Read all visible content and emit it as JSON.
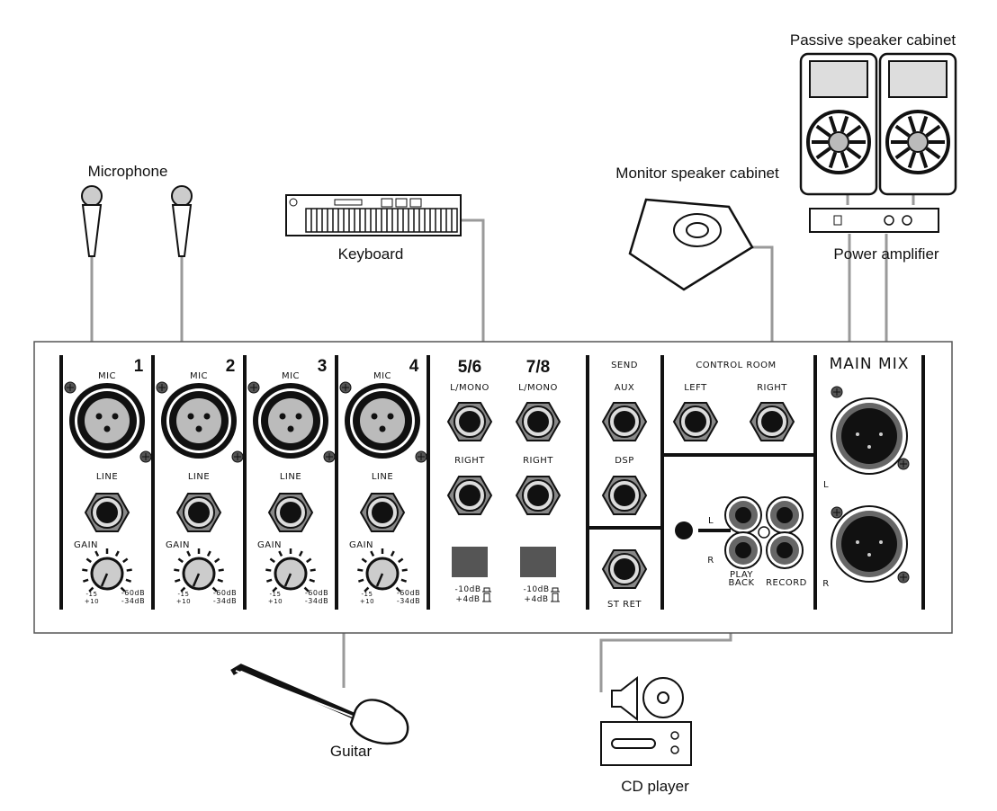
{
  "devices": {
    "microphone": "Microphone",
    "keyboard": "Keyboard",
    "monitor": "Monitor speaker cabinet",
    "passive": "Passive speaker cabinet",
    "amp": "Power amplifier",
    "guitar": "Guitar",
    "cd": "CD player"
  },
  "channels": [
    {
      "number": "1",
      "mic": "MIC",
      "line": "LINE",
      "gain": "GAIN",
      "min1": "-15",
      "min2": "+10",
      "max1": "-60dB",
      "max2": "-34dB"
    },
    {
      "number": "2",
      "mic": "MIC",
      "line": "LINE",
      "gain": "GAIN",
      "min1": "-15",
      "min2": "+10",
      "max1": "-60dB",
      "max2": "-34dB"
    },
    {
      "number": "3",
      "mic": "MIC",
      "line": "LINE",
      "gain": "GAIN",
      "min1": "-15",
      "min2": "+10",
      "max1": "-60dB",
      "max2": "-34dB"
    },
    {
      "number": "4",
      "mic": "MIC",
      "line": "LINE",
      "gain": "GAIN",
      "min1": "-15",
      "min2": "+10",
      "max1": "-60dB",
      "max2": "-34dB"
    }
  ],
  "stereo": [
    {
      "number": "5/6",
      "left": "L/MONO",
      "right": "RIGHT",
      "lvl1": "-10dB",
      "lvl2": "+4dB"
    },
    {
      "number": "7/8",
      "left": "L/MONO",
      "right": "RIGHT",
      "lvl1": "-10dB",
      "lvl2": "+4dB"
    }
  ],
  "send": {
    "title": "SEND",
    "aux": "AUX",
    "dsp": "DSP",
    "st_ret": "ST RET"
  },
  "control_room": {
    "title": "CONTROL ROOM",
    "left": "LEFT",
    "right": "RIGHT"
  },
  "rca": {
    "l": "L",
    "r": "R",
    "play1": "PLAY",
    "play2": "BACK",
    "record": "RECORD"
  },
  "main_mix": {
    "title": "MAIN MIX",
    "l": "L",
    "r": "R"
  },
  "colors": {
    "cable": "#9a9a9a",
    "panel": "#111111",
    "connector": "#bdbdbd"
  }
}
